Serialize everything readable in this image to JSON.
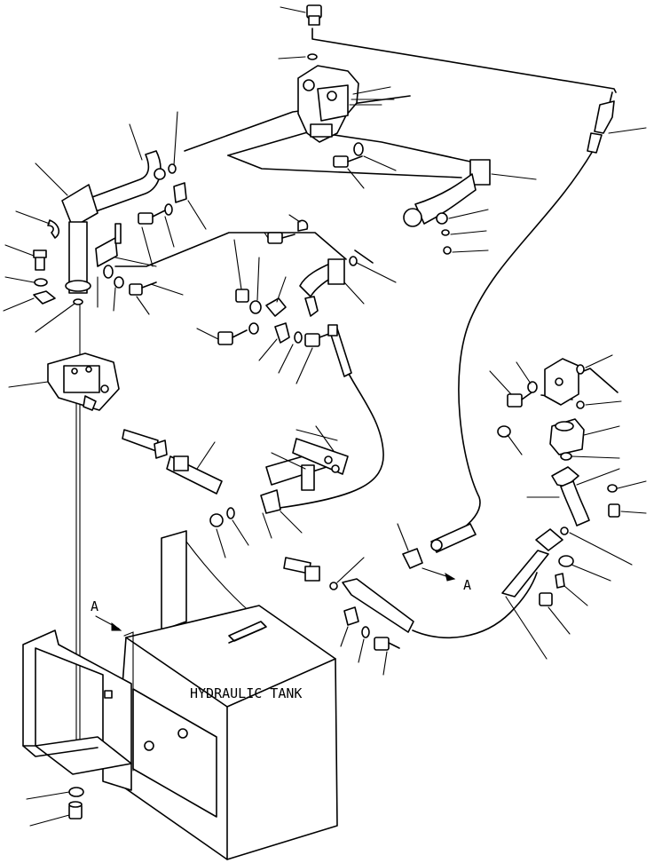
{
  "diagram": {
    "tank_label": "HYDRAULIC TANK",
    "view_marker_left": "A",
    "view_marker_right": "A"
  }
}
